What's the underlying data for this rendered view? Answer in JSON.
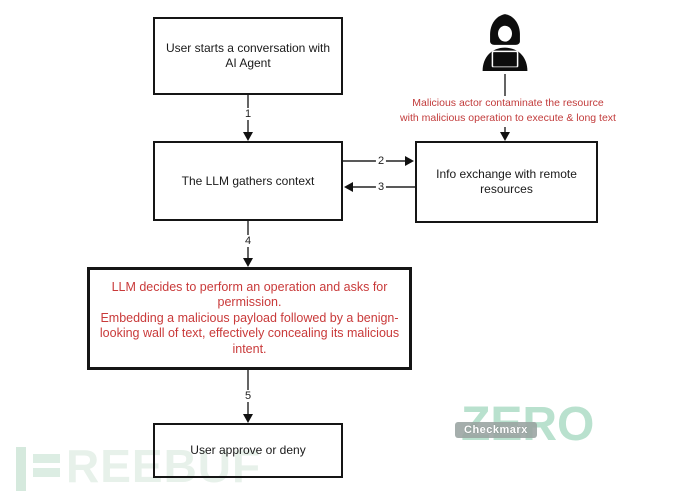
{
  "diagram": {
    "nodes": {
      "start": {
        "lines": [
          "User starts a conversation with",
          "AI Agent"
        ]
      },
      "gather": {
        "lines": [
          "The LLM gathers context"
        ]
      },
      "exchange": {
        "lines": [
          "Info exchange with remote",
          "resources"
        ]
      },
      "decide": {
        "sentences": [
          "LLM decides to perform an operation and asks for permission.",
          "Embedding a malicious payload followed by a benign-looking wall of text, effectively concealing its malicious intent."
        ]
      },
      "approve": {
        "lines": [
          "User approve or deny"
        ]
      }
    },
    "edges": {
      "e1": "1",
      "e2": "2",
      "e3": "3",
      "e4": "4",
      "e5": "5"
    },
    "attacker": {
      "icon": "hacker-icon",
      "caption_line1": "Malicious actor contaminate the resource",
      "caption_line2": "with malicious operation to execute & long text"
    }
  },
  "watermarks": {
    "freebuf": {
      "text": "REEBUF",
      "color": "#e7f1ea"
    },
    "zero": {
      "text": "ZERO",
      "color": "#b9e1ce"
    },
    "checkmarx": {
      "text": "Checkmarx",
      "bg": "#98a3a1"
    }
  },
  "colors": {
    "red_text": "#c93a3a",
    "diagram_ink": "#1a1a1a",
    "background": "#ffffff"
  }
}
